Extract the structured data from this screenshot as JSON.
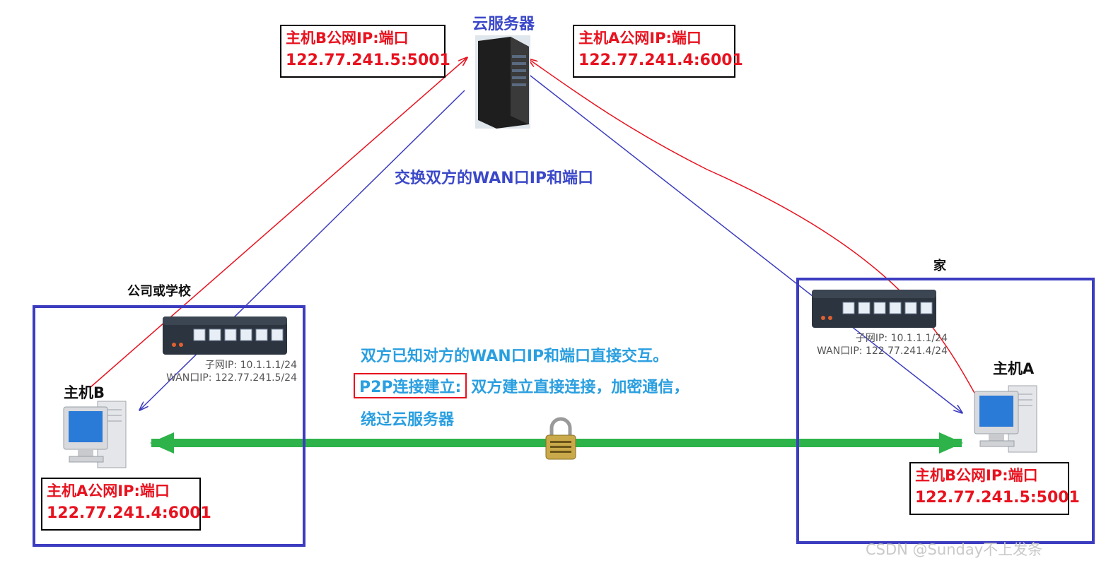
{
  "server": {
    "title": "云服务器"
  },
  "exchange_label": "交换双方的WAN口IP和端口",
  "site_left": {
    "label": "公司或学校",
    "host": "主机B",
    "router": {
      "subnet": "子网IP:   10.1.1.1/24",
      "wan": "WAN口IP:   122.77.241.5/24"
    },
    "ip_box": {
      "line1": "主机A公网IP:端口",
      "line2": "122.77.241.4:6001"
    }
  },
  "site_right": {
    "label": "家",
    "host": "主机A",
    "router": {
      "subnet": "子网IP:   10.1.1.1/24",
      "wan": "WAN口IP:   122.77.241.4/24"
    },
    "ip_box": {
      "line1": "主机B公网IP:端口",
      "line2": "122.77.241.5:5001"
    }
  },
  "server_left_box": {
    "line1": "主机B公网IP:端口",
    "line2": "122.77.241.5:5001"
  },
  "server_right_box": {
    "line1": "主机A公网IP:端口",
    "line2": "122.77.241.4:6001"
  },
  "center_text": {
    "line1": "双方已知对方的WAN口IP和端口直接交互。",
    "p2p_tag": "P2P连接建立:",
    "line2_rest": "双方建立直接连接，加密通信，",
    "line3": "绕过云服务器"
  },
  "watermark": "CSDN @Sunday不上发条",
  "colors": {
    "red": "#e8121f",
    "blue": "#3c3cc0",
    "green": "#2db34a",
    "cyan": "#2a9fe0"
  }
}
